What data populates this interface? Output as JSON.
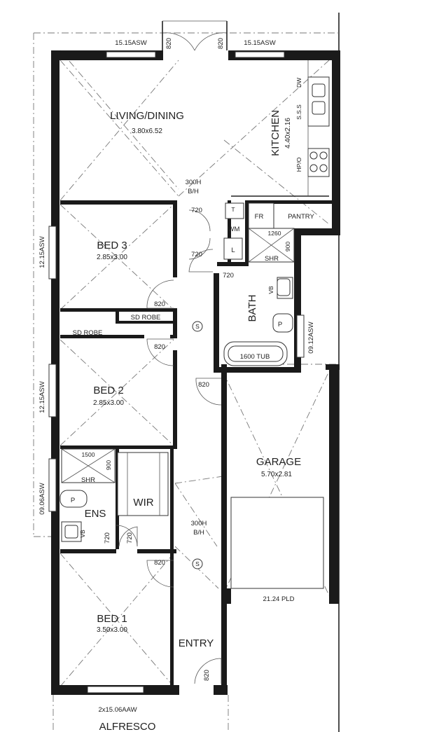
{
  "rooms": {
    "living": {
      "name": "LIVING/DINING",
      "dims": "3.80x6.52"
    },
    "kitchen": {
      "name": "KITCHEN",
      "dims": "4.40x2.16"
    },
    "bed3": {
      "name": "BED 3",
      "dims": "2.85x3.00"
    },
    "bed2": {
      "name": "BED 2",
      "dims": "2.85x3.00"
    },
    "bed1": {
      "name": "BED 1",
      "dims": "3.50x3.00"
    },
    "garage": {
      "name": "GARAGE",
      "dims": "5.70x2.81"
    },
    "bath": {
      "name": "BATH"
    },
    "ens": {
      "name": "ENS"
    },
    "wir": {
      "name": "WIR"
    },
    "entry": {
      "name": "ENTRY"
    },
    "alfresco": {
      "name": "ALFRESCO"
    },
    "pantry": {
      "name": "PANTRY"
    },
    "fr": {
      "name": "FR"
    },
    "wm": {
      "name": "WM"
    },
    "l": {
      "name": "L"
    },
    "t": {
      "name": "T"
    }
  },
  "windows": {
    "top_left": "15.15ASW",
    "top_right": "15.15ASW",
    "left_bed3": "12.15ASW",
    "left_bed2": "12.15ASW",
    "left_ens": "09.06ASW",
    "right_bath": "09.12ASW",
    "bottom": "2x15.06AAW",
    "garage_door": "21.24 PLD"
  },
  "doors": {
    "front_left": "820",
    "front_right": "820",
    "linen_top": "720",
    "linen_bottom": "720",
    "bath": "720",
    "bed3": "820",
    "bed2": "820",
    "hall": "820",
    "ens": "720",
    "wir": "720",
    "bed1": "820",
    "entry": "820"
  },
  "notes": {
    "bh_top": "300H",
    "bh_top2": "B/H",
    "bh_bottom": "300H",
    "bh_bottom2": "B/H",
    "robe_bed3": "SD ROBE",
    "robe_bed2": "SD ROBE",
    "shr_laundry": "SHR",
    "shr_laundry_w": "1260",
    "shr_laundry_h": "900",
    "shr_ens": "SHR",
    "shr_ens_w": "1500",
    "shr_ens_h": "900",
    "tub": "1600 TUB",
    "vb_bath": "VB",
    "vb_ens": "VB",
    "p_bath": "P",
    "p_ens": "P",
    "smoke1": "S",
    "smoke2": "S",
    "dw": "DW",
    "sss": "S.S.S",
    "hpo": "HP/O"
  }
}
